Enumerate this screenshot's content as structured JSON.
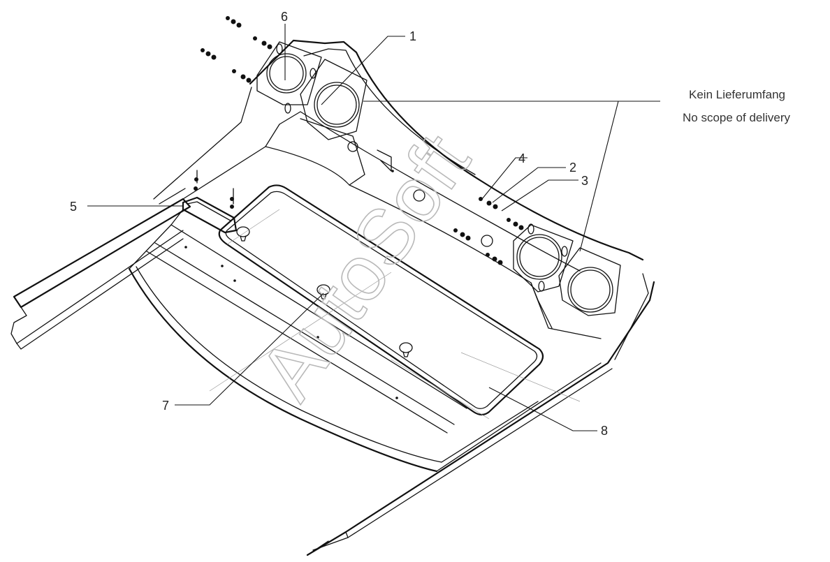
{
  "callouts": {
    "c1": "1",
    "c2": "2",
    "c3": "3",
    "c4": "4",
    "c5": "5",
    "c6": "6",
    "c7": "7",
    "c8": "8"
  },
  "note": {
    "line1": "Kein Lieferumfang",
    "line2": "No scope of delivery"
  },
  "watermark": "AutoSoft"
}
